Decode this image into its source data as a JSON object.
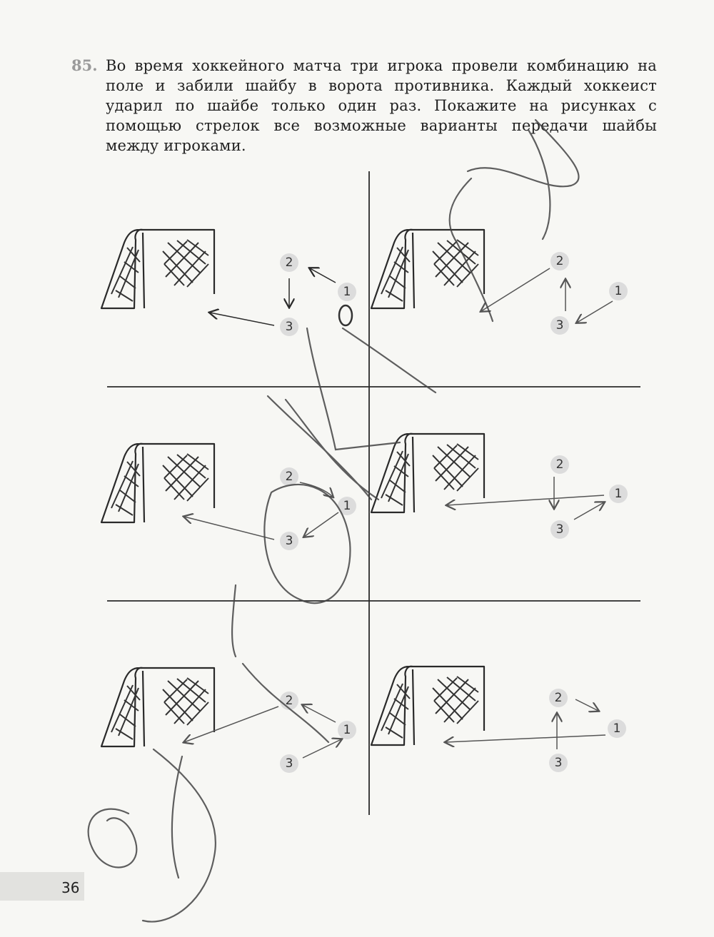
{
  "task": {
    "number": "85.",
    "text": "Во время хоккейного матча три игрока провели комбинацию на поле и забили шайбу в ворота противника. Каждый хоккеист ударил по шайбе только один раз. Покажите на рисунках с помощью стрелок все возможные варианты передачи шайбы между игроками."
  },
  "players": [
    "1",
    "2",
    "3"
  ],
  "page_number": "36",
  "colors": {
    "ink": "#2a2a2a",
    "pencil": "#555555",
    "player_circle": "#dcdcdc"
  },
  "variants": [
    {
      "sequence": [
        "1",
        "2",
        "3",
        "goal"
      ]
    },
    {
      "sequence": [
        "1",
        "3",
        "2",
        "goal"
      ]
    },
    {
      "sequence": [
        "2",
        "1",
        "3",
        "goal"
      ]
    },
    {
      "sequence": [
        "2",
        "3",
        "1",
        "goal"
      ]
    },
    {
      "sequence": [
        "3",
        "1",
        "2",
        "goal"
      ]
    },
    {
      "sequence": [
        "3",
        "2",
        "1",
        "goal"
      ]
    }
  ]
}
